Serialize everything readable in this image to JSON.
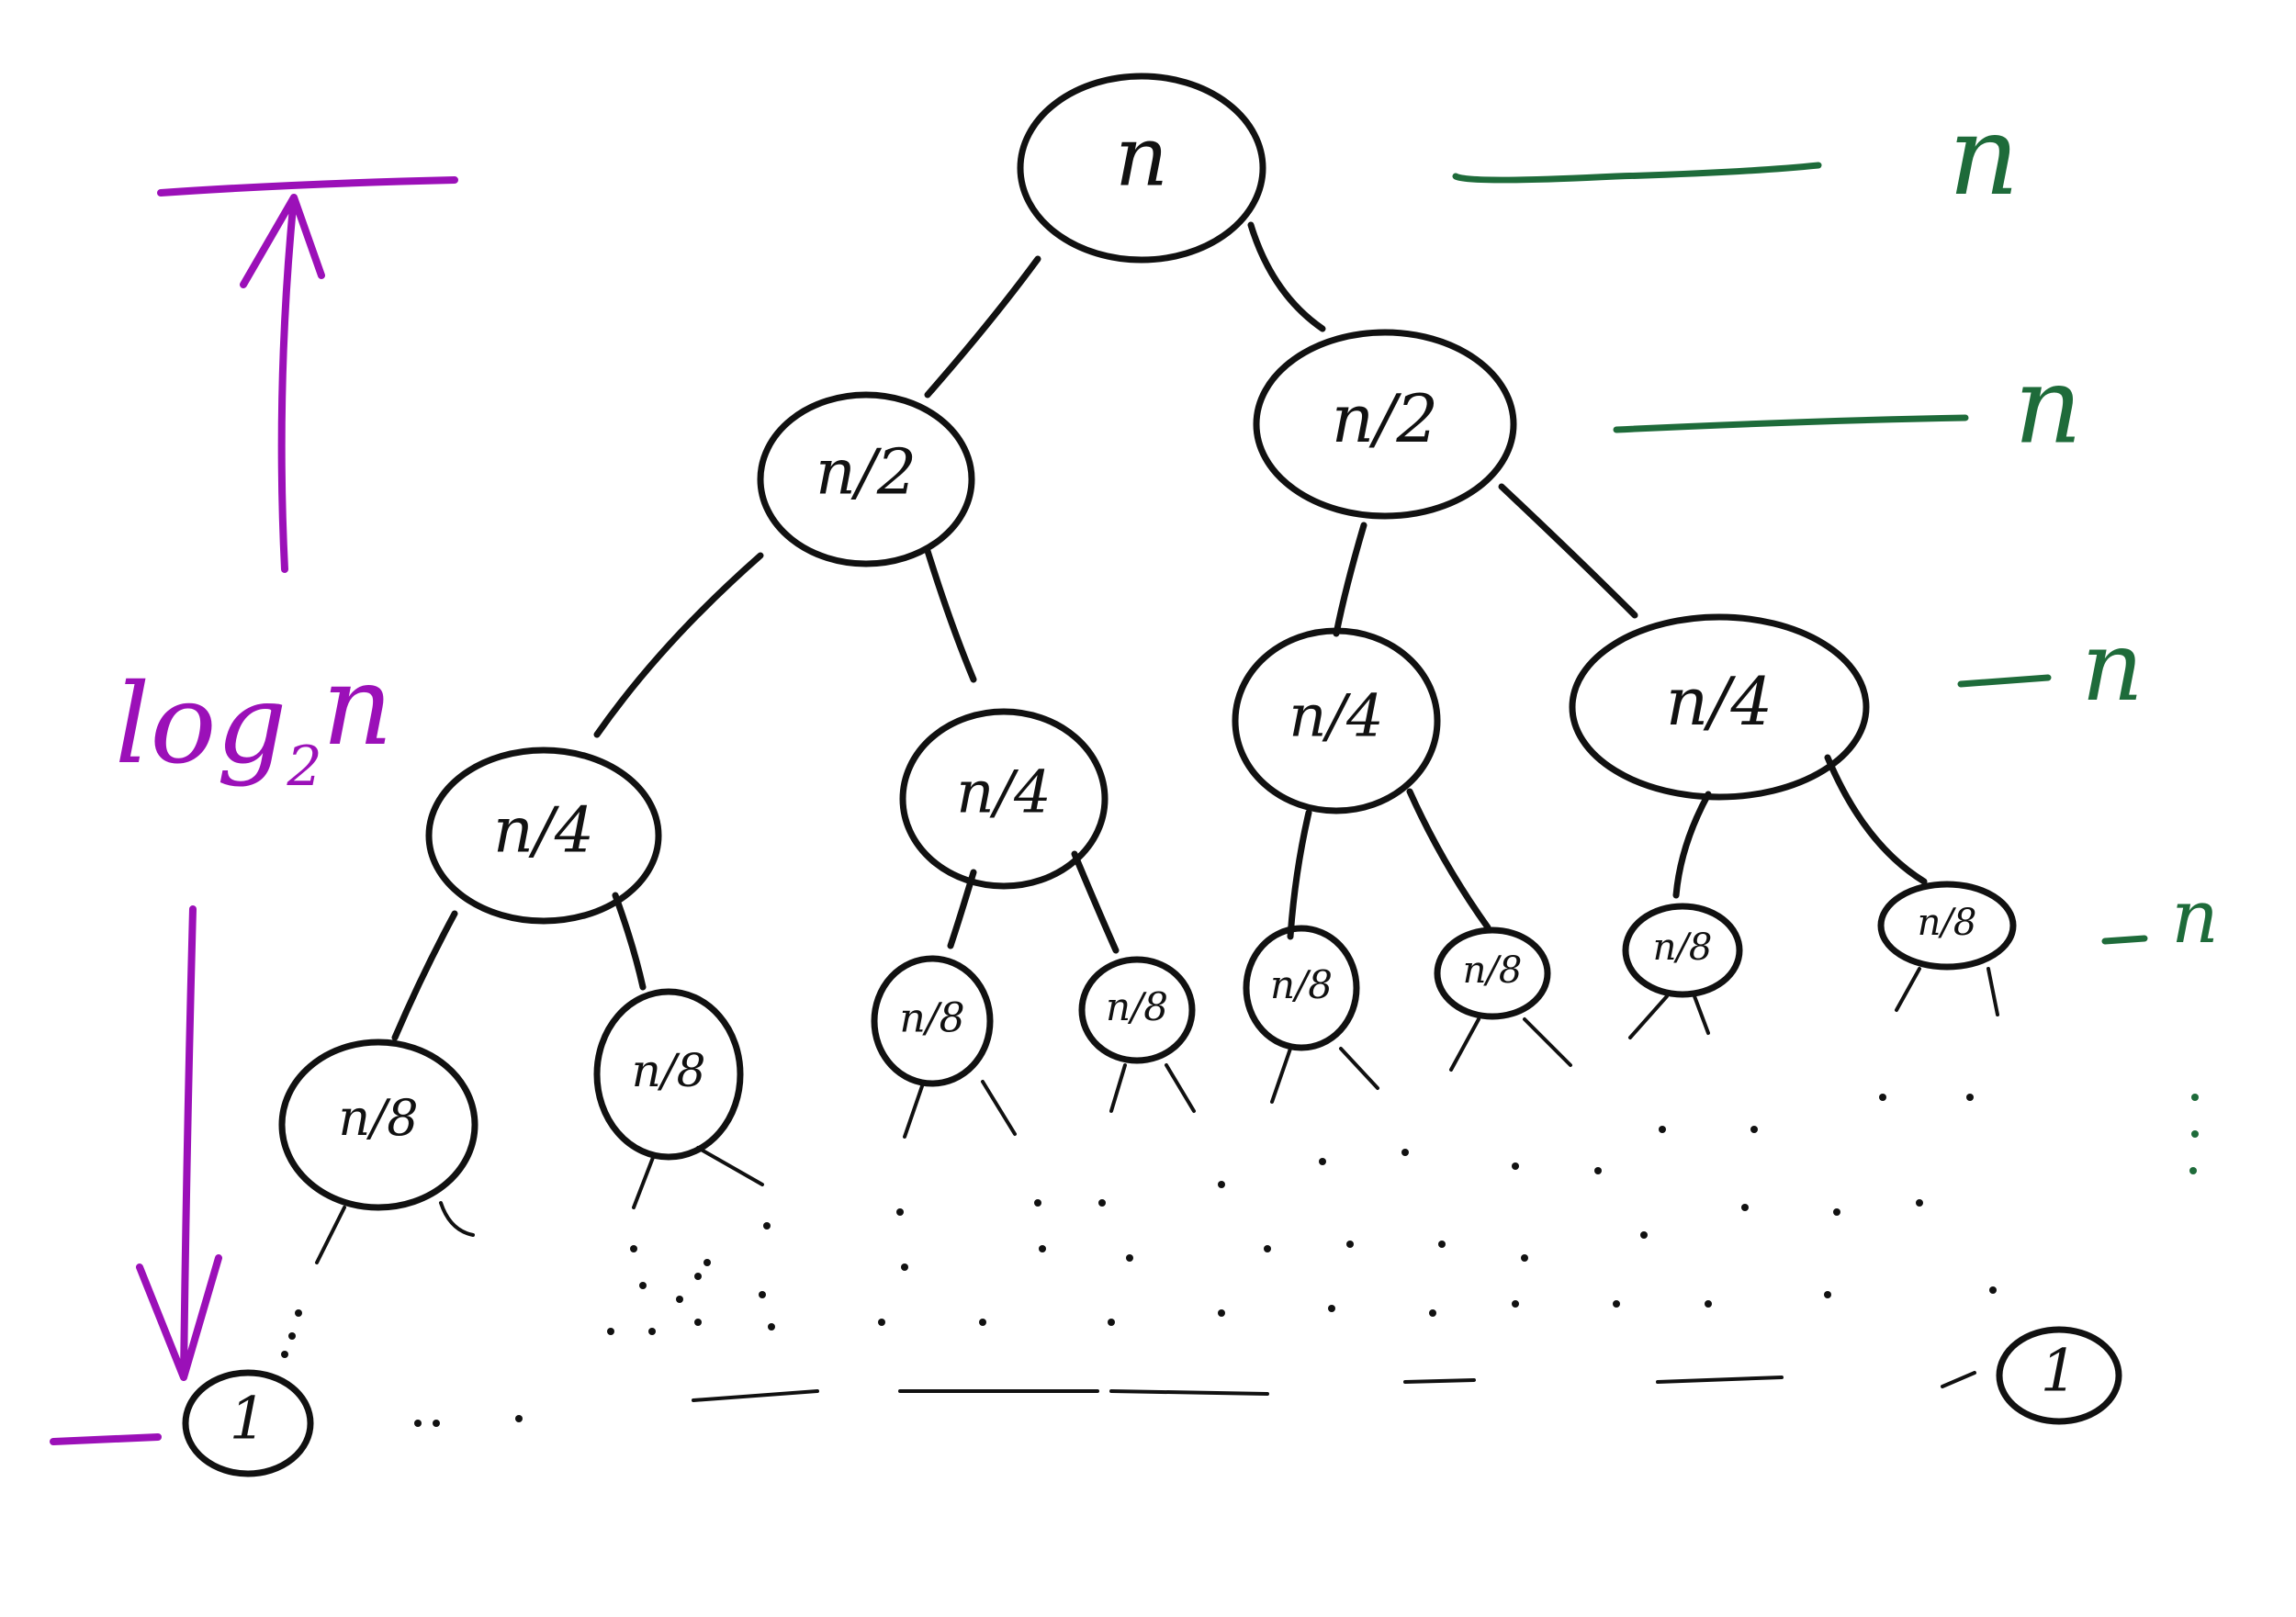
{
  "tree": {
    "levels": [
      {
        "cost": "n",
        "nodes": [
          "n"
        ]
      },
      {
        "cost": "n",
        "nodes": [
          "n/2",
          "n/2"
        ]
      },
      {
        "cost": "n",
        "nodes": [
          "n/4",
          "n/4",
          "n/4",
          "n/4"
        ]
      },
      {
        "cost": "n",
        "nodes": [
          "n/8",
          "n/8",
          "n/8",
          "n/8",
          "n/8",
          "n/8",
          "n/8",
          "n/8"
        ]
      }
    ],
    "leaves": [
      "1",
      "1"
    ]
  },
  "height": {
    "label_main": "log",
    "label_sub": "2",
    "label_var": "n"
  },
  "colors": {
    "ink": "#111111",
    "cost": "#1e6b3a",
    "height": "#9b10b8"
  }
}
